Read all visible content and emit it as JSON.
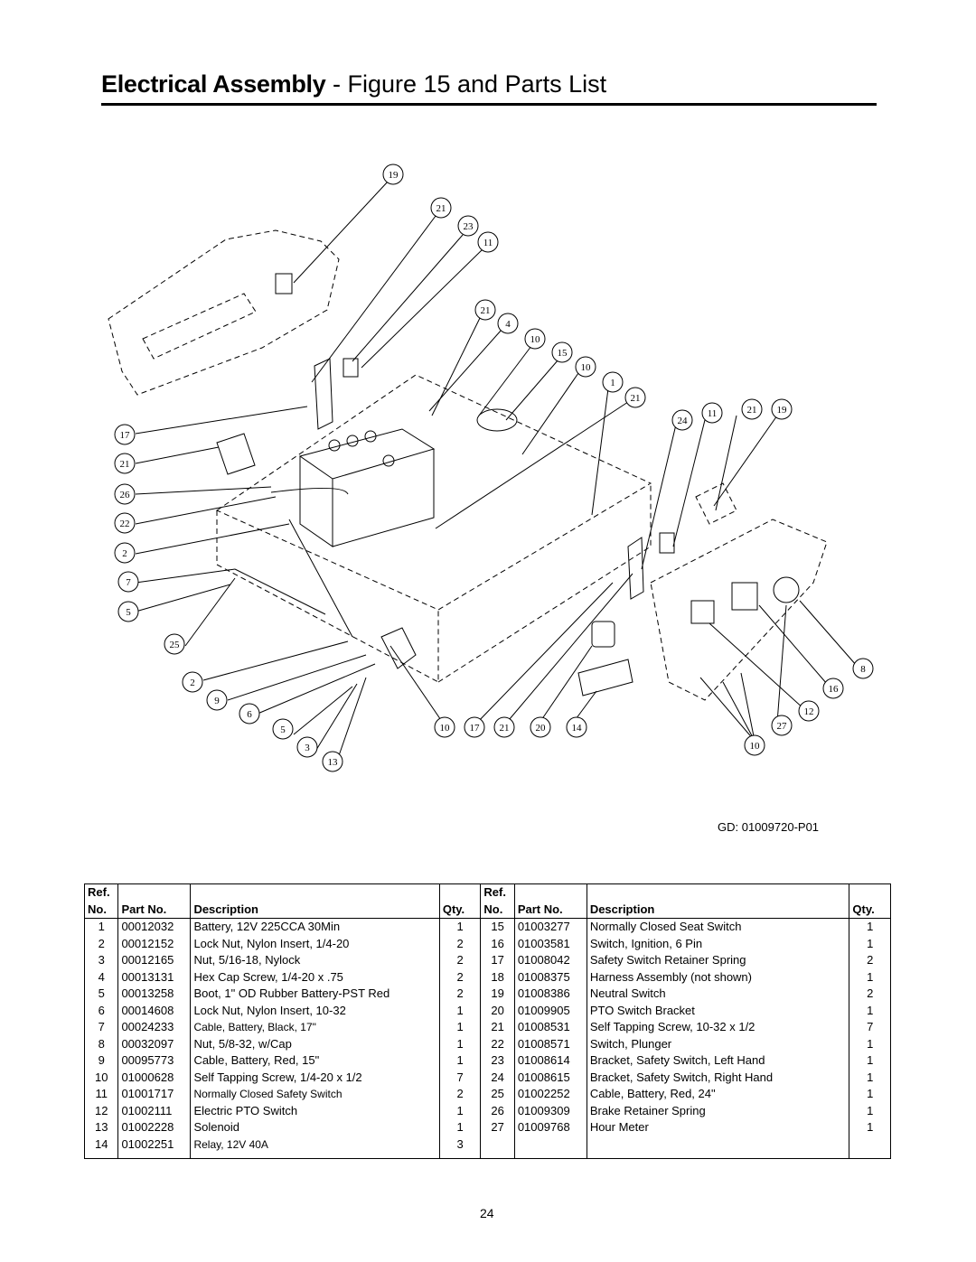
{
  "title": {
    "bold": "Electrical Assembly",
    "rest": " - Figure 15 and Parts List"
  },
  "drawing_id": "GD: 01009720-P01",
  "callouts": [
    "19",
    "21",
    "23",
    "11",
    "21",
    "4",
    "10",
    "15",
    "10",
    "1",
    "21",
    "24",
    "11",
    "21",
    "19",
    "17",
    "21",
    "26",
    "22",
    "2",
    "7",
    "5",
    "25",
    "2",
    "9",
    "6",
    "5",
    "3",
    "13",
    "10",
    "17",
    "21",
    "20",
    "14",
    "8",
    "16",
    "12",
    "27",
    "10"
  ],
  "table": {
    "headers": {
      "ref1": "Ref.",
      "ref2": "No.",
      "part": "Part No.",
      "desc": "Description",
      "qty": "Qty."
    },
    "left": [
      {
        "ref": "1",
        "part": "00012032",
        "desc": "Battery, 12V 225CCA 30Min",
        "qty": "1"
      },
      {
        "ref": "2",
        "part": "00012152",
        "desc": "Lock Nut, Nylon Insert, 1/4-20",
        "qty": "2"
      },
      {
        "ref": "3",
        "part": "00012165",
        "desc": "Nut, 5/16-18, Nylock",
        "qty": "2"
      },
      {
        "ref": "4",
        "part": "00013131",
        "desc": "Hex Cap Screw, 1/4-20 x .75",
        "qty": "2"
      },
      {
        "ref": "5",
        "part": "00013258",
        "desc": "Boot, 1\" OD Rubber Battery-PST Red",
        "qty": "2"
      },
      {
        "ref": "6",
        "part": "00014608",
        "desc": "Lock Nut, Nylon Insert, 10-32",
        "qty": "1"
      },
      {
        "ref": "7",
        "part": "00024233",
        "desc": "Cable, Battery, Black, 17\"",
        "qty": "1"
      },
      {
        "ref": "8",
        "part": "00032097",
        "desc": "Nut, 5/8-32, w/Cap",
        "qty": "1"
      },
      {
        "ref": "9",
        "part": "00095773",
        "desc": "Cable, Battery, Red, 15\"",
        "qty": "1"
      },
      {
        "ref": "10",
        "part": "01000628",
        "desc": "Self Tapping Screw, 1/4-20 x 1/2",
        "qty": "7"
      },
      {
        "ref": "11",
        "part": "01001717",
        "desc": "Normally Closed Safety Switch",
        "qty": "2"
      },
      {
        "ref": "12",
        "part": "01002111",
        "desc": "Electric PTO Switch",
        "qty": "1"
      },
      {
        "ref": "13",
        "part": "01002228",
        "desc": "Solenoid",
        "qty": "1"
      },
      {
        "ref": "14",
        "part": "01002251",
        "desc": "Relay, 12V 40A",
        "qty": "3"
      }
    ],
    "right": [
      {
        "ref": "15",
        "part": "01003277",
        "desc": "Normally Closed Seat Switch",
        "qty": "1"
      },
      {
        "ref": "16",
        "part": "01003581",
        "desc": "Switch, Ignition, 6 Pin",
        "qty": "1"
      },
      {
        "ref": "17",
        "part": "01008042",
        "desc": "Safety Switch Retainer Spring",
        "qty": "2"
      },
      {
        "ref": "18",
        "part": "01008375",
        "desc": "Harness Assembly (not shown)",
        "qty": "1"
      },
      {
        "ref": "19",
        "part": "01008386",
        "desc": "Neutral Switch",
        "qty": "2"
      },
      {
        "ref": "20",
        "part": "01009905",
        "desc": "PTO Switch Bracket",
        "qty": "1"
      },
      {
        "ref": "21",
        "part": "01008531",
        "desc": "Self Tapping Screw, 10-32 x 1/2",
        "qty": "7"
      },
      {
        "ref": "22",
        "part": "01008571",
        "desc": "Switch, Plunger",
        "qty": "1"
      },
      {
        "ref": "23",
        "part": "01008614",
        "desc": "Bracket, Safety Switch, Left Hand",
        "qty": "1"
      },
      {
        "ref": "24",
        "part": "01008615",
        "desc": "Bracket, Safety Switch, Right Hand",
        "qty": "1"
      },
      {
        "ref": "25",
        "part": "01002252",
        "desc": "Cable, Battery, Red, 24\"",
        "qty": "1"
      },
      {
        "ref": "26",
        "part": "01009309",
        "desc": "Brake Retainer Spring",
        "qty": "1"
      },
      {
        "ref": "27",
        "part": "01009768",
        "desc": "Hour Meter",
        "qty": "1"
      },
      {
        "ref": "",
        "part": "",
        "desc": "",
        "qty": ""
      }
    ]
  },
  "page_number": "24"
}
